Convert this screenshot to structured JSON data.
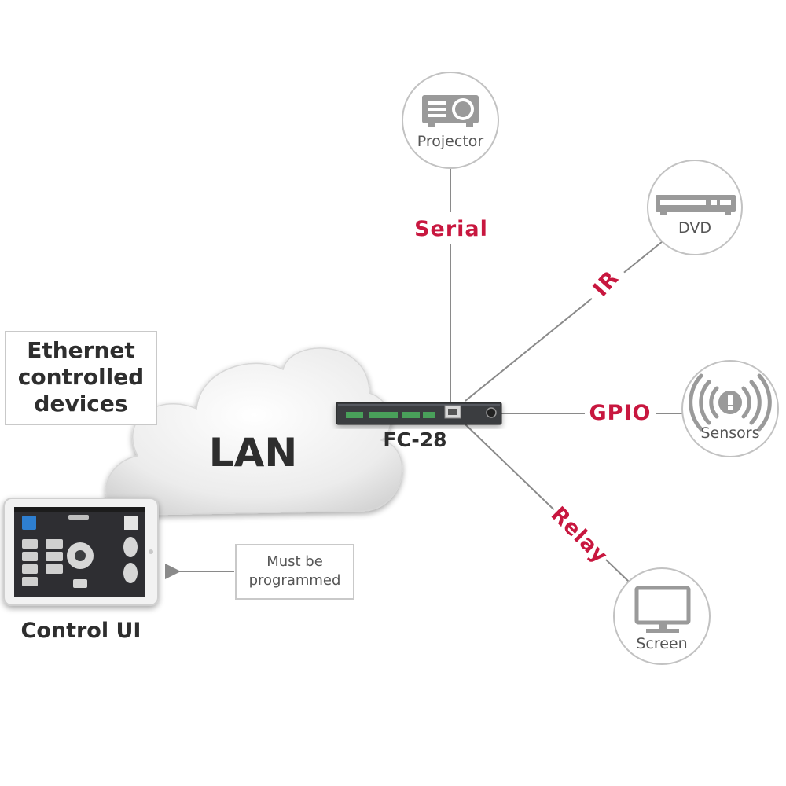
{
  "lan_cloud": {
    "label": "LAN"
  },
  "ethernet_box": {
    "lines": [
      "Ethernet",
      "controlled",
      "devices"
    ]
  },
  "controller": {
    "label": "FC-28"
  },
  "control_ui": {
    "label": "Control UI"
  },
  "note_box": {
    "lines": [
      "Must be",
      "programmed"
    ]
  },
  "devices": {
    "projector": {
      "label": "Projector",
      "icon": "projector-icon",
      "link": "Serial"
    },
    "dvd": {
      "label": "DVD",
      "icon": "dvd-player-icon",
      "link": "IR"
    },
    "sensors": {
      "label": "Sensors",
      "icon": "sensor-alert-icon",
      "link": "GPIO"
    },
    "screen": {
      "label": "Screen",
      "icon": "monitor-icon",
      "link": "Relay"
    }
  },
  "colors": {
    "accent": "#c8173f",
    "lines": "#8a8a8a",
    "node_border": "#bdbdbd",
    "icon": "#9a9a9a"
  }
}
